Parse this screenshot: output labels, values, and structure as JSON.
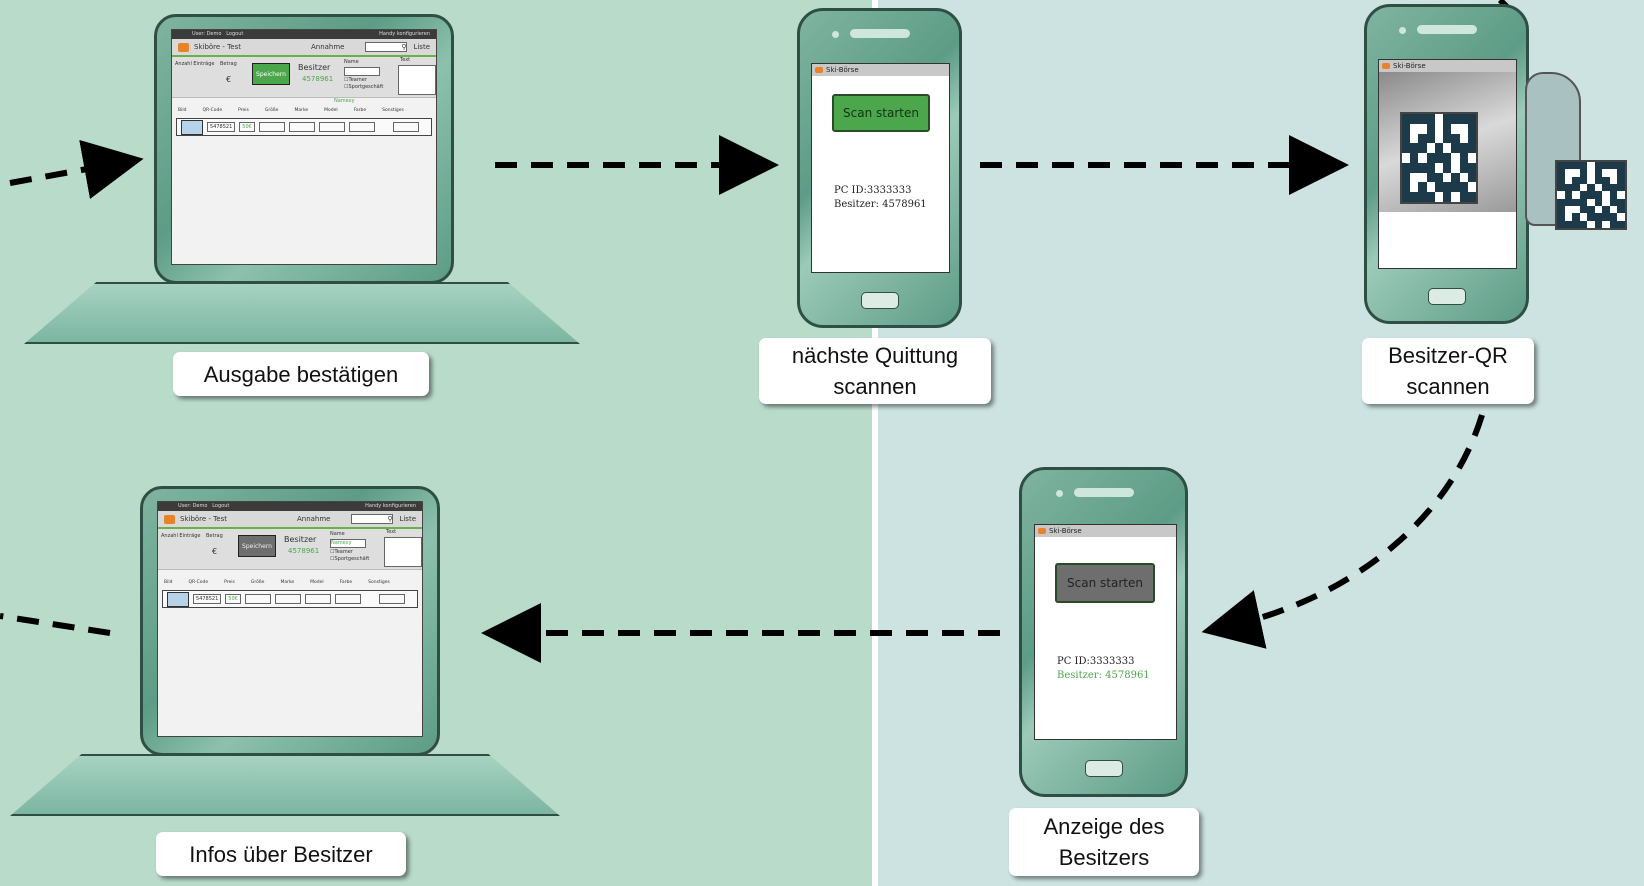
{
  "labels": {
    "confirm_output": "Ausgabe bestätigen",
    "owner_info": "Infos über Besitzer",
    "scan_next_receipt": "nächste Quittung scannen",
    "scan_owner_qr": "Besitzer-QR scannen",
    "show_owner": "Anzeige des Besitzers"
  },
  "laptop_screen": {
    "user": "User: Demo",
    "logout": "Logout",
    "configure_phone": "Handy konfigurieren",
    "app_title": "Skiböre - Test",
    "tab": "Annahme",
    "list_link": "Liste",
    "count_label": "Anzahl Einträge",
    "amount_label": "Betrag",
    "currency": "€",
    "save_button": "Speichern",
    "owner_label": "Besitzer",
    "owner_id": "4578961",
    "name_label": "Name",
    "name_value": "Namexy",
    "teamer": "Teamer",
    "sport_shop": "Sportgeschäft",
    "text_label": "Text",
    "columns": [
      "Bild",
      "QR-Code",
      "Preis",
      "Größe",
      "Marke",
      "Model",
      "Farbe",
      "Sonstiges"
    ],
    "row_qr": "5478521",
    "row_price": "50€"
  },
  "phone_screen": {
    "app_title": "Ski-Börse",
    "scan_button": "Scan starten",
    "pc_id": "PC ID:3333333",
    "owner": "Besitzer: 4578961"
  },
  "colors": {
    "save_active": "#4ca64c",
    "save_inactive": "#6e6e6e",
    "scan_active": "#4ca64c",
    "scan_inactive": "#6e6e6e",
    "owner_highlight": "#4ca64c"
  }
}
